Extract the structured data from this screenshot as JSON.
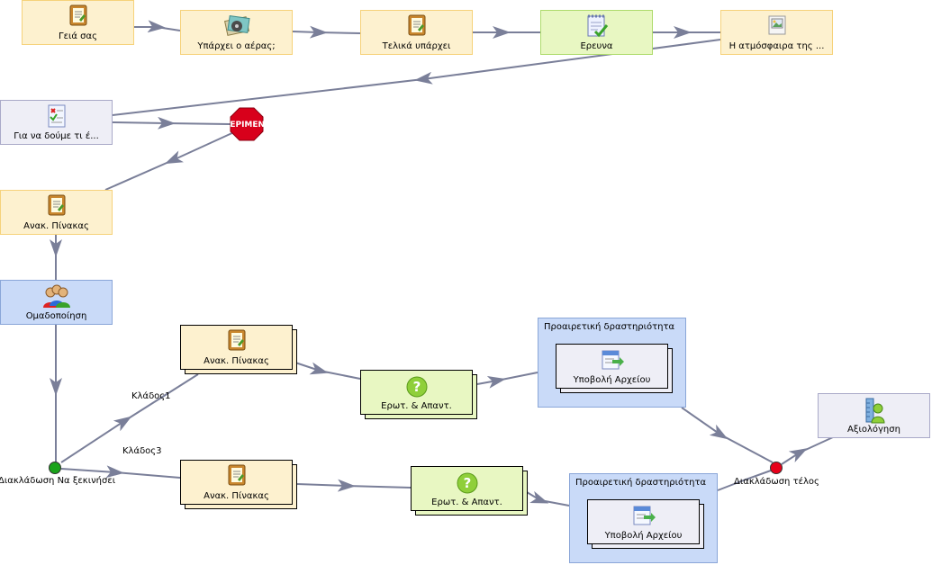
{
  "nodes": {
    "geia_sas": {
      "label": "Γειά σας",
      "icon": "notepad-icon"
    },
    "yparxei_aeras": {
      "label": "Υπάρχει ο αέρας;",
      "icon": "media-icon"
    },
    "telika_yparxei": {
      "label": "Τελικά υπάρχει",
      "icon": "notepad-icon"
    },
    "ereuna": {
      "label": "Ερευνα",
      "icon": "checklist-icon"
    },
    "atmosfaira": {
      "label": "Η ατμόσφαιρα της ...",
      "icon": "image-icon"
    },
    "gia_na_doume": {
      "label": "Για να δούμε τι έ...",
      "icon": "assessment-icon"
    },
    "stop": {
      "label": "ΠΕΡΙΜΕΝΕ",
      "icon": "stop-sign-icon"
    },
    "anak_pinakas_1": {
      "label": "Ανακ. Πίνακας",
      "icon": "notepad-icon"
    },
    "omadopoiisi": {
      "label": "Ομαδοποίηση",
      "icon": "group-icon"
    },
    "anak_pinakas_branch1": {
      "label": "Ανακ. Πίνακας",
      "icon": "notepad-icon"
    },
    "erot_apant_1": {
      "label": "Ερωτ. & Απαντ.",
      "icon": "question-icon"
    },
    "optional_1": {
      "title": "Προαιρετική δραστηριότητα",
      "inner_label": "Υποβολή Αρχείου",
      "icon": "file-upload-icon"
    },
    "anak_pinakas_branch3": {
      "label": "Ανακ. Πίνακας",
      "icon": "notepad-icon"
    },
    "erot_apant_2": {
      "label": "Ερωτ. & Απαντ.",
      "icon": "question-icon"
    },
    "optional_2": {
      "title": "Προαιρετική δραστηριότητα",
      "inner_label": "Υποβολή Αρχείου",
      "icon": "file-upload-icon"
    },
    "axiologisi": {
      "label": "Αξιολόγηση",
      "icon": "grade-icon"
    }
  },
  "branching": {
    "start_label": "Διακλάδωση Να ξεκινήσει",
    "end_label": "Διακλάδωση τέλος",
    "branch1": "Κλάδος1",
    "branch3": "Κλάδος3",
    "start_color": "#1aa31a",
    "end_color": "#e8001a"
  },
  "colors": {
    "connector": "#7a7f99",
    "yellow": "#fdf1cf",
    "green": "#e8f7c2",
    "lavender": "#eeeef6",
    "blue": "#c9daf8"
  }
}
